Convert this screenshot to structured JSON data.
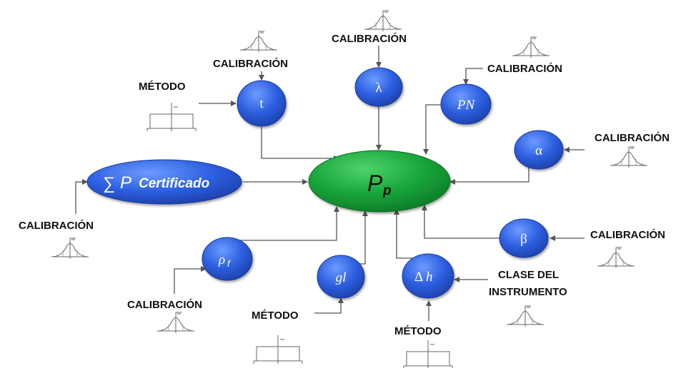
{
  "center": {
    "main": "P",
    "sub": "p"
  },
  "sum_node": {
    "sigma": "∑",
    "p": "P",
    "text": "Certificado"
  },
  "nodes": {
    "t": "t",
    "lambda": "λ",
    "pn": "PN",
    "alpha": "α",
    "beta": "β",
    "rho_main": "ρ",
    "rho_sub": "f",
    "gl": "gl",
    "delta": "Δ",
    "delta_h": "h"
  },
  "labels": {
    "metodo_t": "MÉTODO",
    "calibracion_t": "CALIBRACIÓN",
    "calibracion_lambda": "CALIBRACIÓN",
    "calibracion_pn": "CALIBRACIÓN",
    "calibracion_alpha": "CALIBRACIÓN",
    "calibracion_sum": "CALIBRACIÓN",
    "calibracion_beta": "CALIBRACIÓN",
    "calibracion_rho": "CALIBRACIÓN",
    "metodo_gl": "MÉTODO",
    "metodo_dh": "MÉTODO",
    "clase_line1": "CLASE DEL",
    "clase_line2": "INSTRUMENTO"
  },
  "colors": {
    "blue_node": "#2d5fe0",
    "green_node": "#17a53a",
    "arrow": "#555555"
  }
}
